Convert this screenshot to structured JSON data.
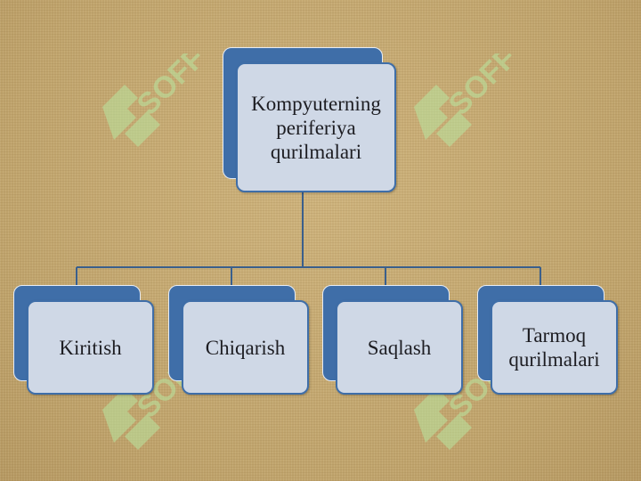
{
  "root": {
    "label_line1": "Kompyuterning",
    "label_line2": "periferiya",
    "label_line3": "qurilmalari"
  },
  "children": [
    {
      "line1": "Kiritish",
      "line2": ""
    },
    {
      "line1": "Chiqarish",
      "line2": ""
    },
    {
      "line1": "Saqlash",
      "line2": ""
    },
    {
      "line1": "Tarmoq",
      "line2": "qurilmalari"
    }
  ],
  "colors": {
    "background": "#c4a974",
    "node_back": "#3f6ea8",
    "node_front": "#cfd8e6",
    "connector": "#3a5f8c",
    "watermark": "#b9e6a0"
  },
  "watermark_text": "SOFF"
}
